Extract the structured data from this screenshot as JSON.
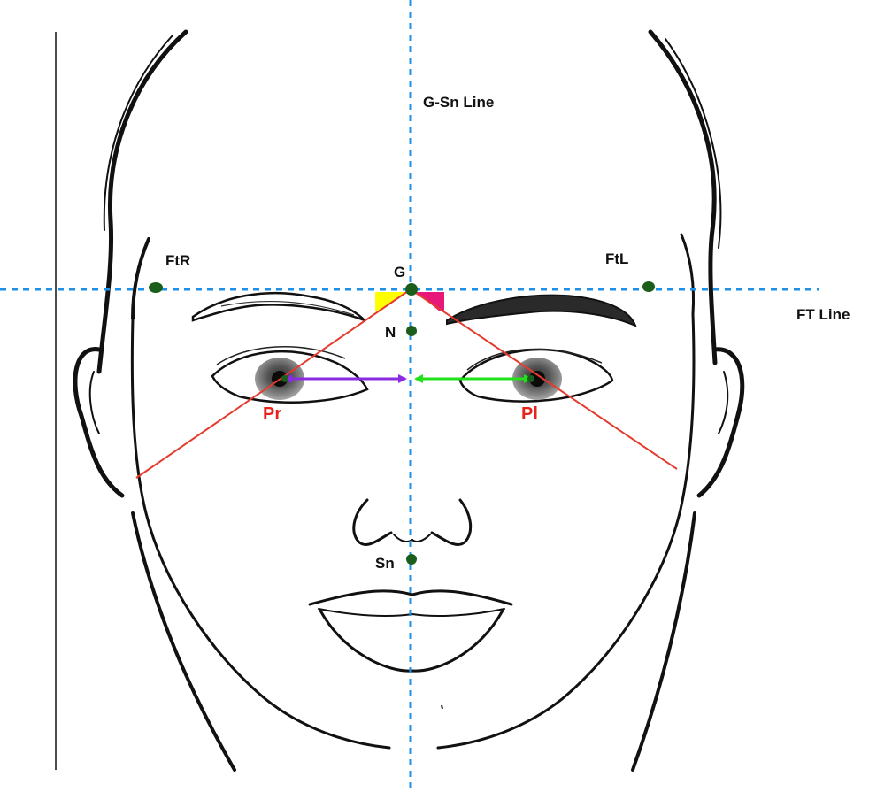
{
  "labels": {
    "g_sn_line": "G-Sn Line",
    "ft_line": "FT Line",
    "ftr": "FtR",
    "ftl": "FtL",
    "g": "G",
    "n": "N",
    "sn": "Sn",
    "pr": "Pr",
    "pl": "Pl"
  },
  "colors": {
    "guide_line": "#1e90e8",
    "landmark_dot": "#1b5e1b",
    "pupil_line": "#e53b2e",
    "right_distance_arrow": "#8a2be2",
    "left_distance_arrow": "#22e01a",
    "right_angle_marker": "#ffff00",
    "left_angle_marker": "#e8177a",
    "red_label": "#e8231c"
  }
}
